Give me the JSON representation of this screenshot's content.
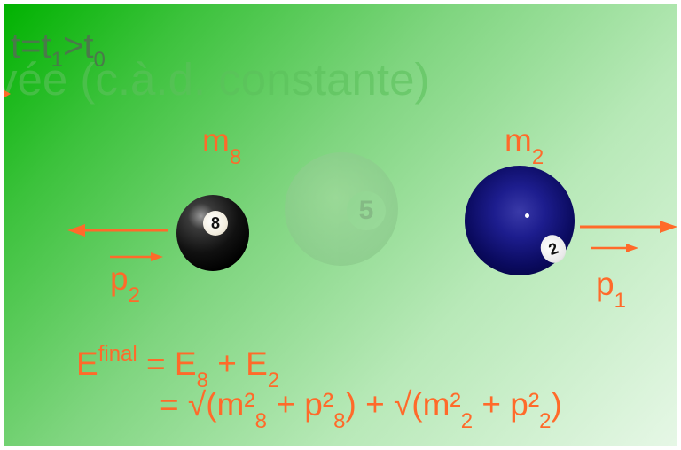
{
  "slide": {
    "ghost_title": "vée (c.à.d. constante)",
    "time_label": {
      "t": "t=t",
      "sub1": "1",
      "gt": ">t",
      "sub0": "0"
    }
  },
  "balls": {
    "eight": {
      "number": "8",
      "mass": "m",
      "mass_sub": "8",
      "momentum": "p",
      "momentum_sub": "2"
    },
    "five": {
      "number": "5"
    },
    "two": {
      "number": "2",
      "mass": "m",
      "mass_sub": "2",
      "momentum": "p",
      "momentum_sub": "1"
    }
  },
  "energy": {
    "line1": {
      "E": "E",
      "sup": "final",
      "eq": " = E",
      "sub8": "8",
      "plus": " + E",
      "sub2": "2"
    },
    "line2": {
      "eq": "= √(m²",
      "sub_a": "8",
      "plus_p": " + p²",
      "sub_b": "8",
      "mid": ") + √(m²",
      "sub_c": "2",
      "plus_p2": " + p²",
      "sub_d": "2",
      "close": ")"
    }
  },
  "colors": {
    "accent": "#ff6a2a",
    "background_start": "#00b200",
    "background_end": "#e6f7e6"
  }
}
